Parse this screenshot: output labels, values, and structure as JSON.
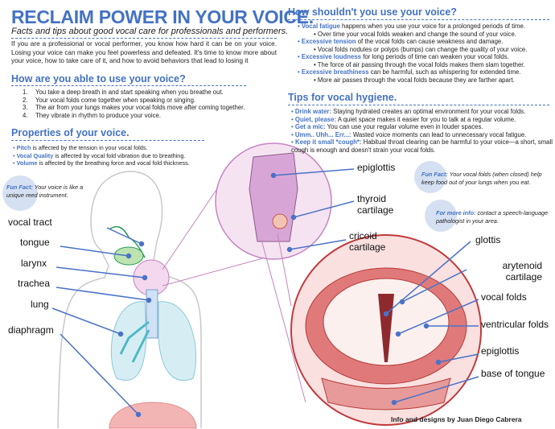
{
  "title": "RECLAIM POWER IN YOUR VOICE.",
  "subtitle": "Facts and tips about good vocal care for professionals and performers.",
  "intro": "If you are a professional or vocal performer, you know how hard it can be on your voice. Losing your voice can make you feel powerless and defeated. It's time to know more about your voice, how to take care of it, and how to avoid behaviors that lead to losing it",
  "how_use": {
    "heading": "How are you able to use your voice?",
    "steps": [
      "You take a deep breath in and start speaking when you breathe out.",
      "Your vocal folds come together when speaking or singing.",
      "The air from your lungs makes your vocal folds move after coming together.",
      "They vibrate in rhythm to produce your voice."
    ]
  },
  "properties": {
    "heading": "Properties of your voice.",
    "items": [
      {
        "term": "Pitch",
        "text": " is affected by the tension in your vocal folds."
      },
      {
        "term": "Vocal Quality",
        "text": " is affected by vocal fold vibration due to breathing."
      },
      {
        "term": "Volume",
        "text": " is affected by the breathing force and vocal fold thickness."
      }
    ]
  },
  "fun_fact_left": {
    "label": "Fun Fact:",
    "text": " Your voice is like a unique reed instrument."
  },
  "shouldnt": {
    "heading": "How shouldn't you use your voice?",
    "items": [
      {
        "term": "Vocal fatigue",
        "text": " happens when you use your voice for a prolonged periods of time.",
        "sub": "Over time your vocal folds weaken and change the sound of your voice."
      },
      {
        "term": "Excessive tension",
        "text": " of the vocal folds can cause weakness and damage.",
        "sub": "Vocal folds nodules or polyps (bumps) can change the quality of your voice."
      },
      {
        "term": "Excessive loudness",
        "text": " for long periods of time can weaken your vocal folds.",
        "sub": "The force of air passing through the vocal folds makes them slam together."
      },
      {
        "term": "Excessive breathiness",
        "text": " can be harmful, such as whispering for extended time.",
        "sub": "More air passes through the vocal folds because they are farther apart."
      }
    ]
  },
  "tips": {
    "heading": "Tips for vocal hygiene.",
    "items": [
      {
        "term": "Drink water:",
        "text": " Staying hydrated creates an optimal environment for your vocal folds."
      },
      {
        "term": "Quiet, please:",
        "text": " A quiet space makes it easier for you to talk at a regular volume."
      },
      {
        "term": "Get a mic:",
        "text": " You can use your regular volume even in louder spaces."
      },
      {
        "term": "Umm.. Uhh... Err...:",
        "text": " Wasted voice moments can lead to unnecessary vocal fatigue."
      },
      {
        "term": "Keep it small *cough*:",
        "text": " Habitual throat clearing can be harmful to your voice—a short, small cough is enough and doesn't strain your vocal folds."
      }
    ]
  },
  "fun_fact_right": {
    "label": "Fun Fact:",
    "text": " Your vocal folds (when closed) help keep food out of your lungs when you eat."
  },
  "more_info": {
    "label": "For more info:",
    "text": " contact a speech-language pathologist in your area."
  },
  "body_labels": [
    "vocal tract",
    "tongue",
    "larynx",
    "trachea",
    "lung",
    "diaphragm"
  ],
  "larynx_labels": [
    "epiglottis",
    "thyroid cartilage",
    "cricoid cartilage"
  ],
  "glottis_labels": [
    "glottis",
    "arytenoid cartilage",
    "vocal folds",
    "ventricular folds",
    "epiglottis",
    "base of tongue"
  ],
  "credit": "Info and designs by Juan Diego Cabrera",
  "colors": {
    "accent": "#4472c4",
    "pointer": "#4a72c8"
  }
}
